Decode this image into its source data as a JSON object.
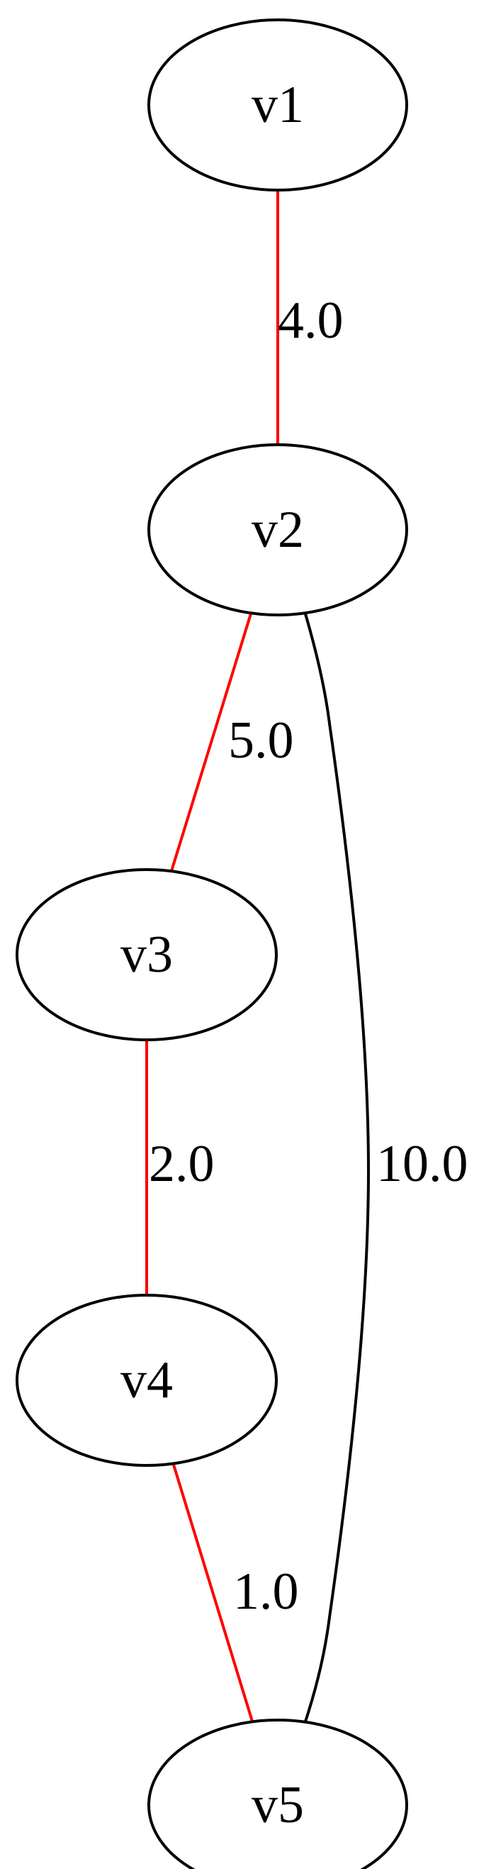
{
  "graph": {
    "nodes": [
      {
        "id": "v1",
        "label": "v1"
      },
      {
        "id": "v2",
        "label": "v2"
      },
      {
        "id": "v3",
        "label": "v3"
      },
      {
        "id": "v4",
        "label": "v4"
      },
      {
        "id": "v5",
        "label": "v5"
      }
    ],
    "edges": [
      {
        "from": "v1",
        "to": "v2",
        "weight": "4.0",
        "color": "#ff0000",
        "highlighted": true
      },
      {
        "from": "v2",
        "to": "v3",
        "weight": "5.0",
        "color": "#ff0000",
        "highlighted": true
      },
      {
        "from": "v2",
        "to": "v5",
        "weight": "10.0",
        "color": "#000000",
        "highlighted": false
      },
      {
        "from": "v3",
        "to": "v4",
        "weight": "2.0",
        "color": "#ff0000",
        "highlighted": true
      },
      {
        "from": "v4",
        "to": "v5",
        "weight": "1.0",
        "color": "#ff0000",
        "highlighted": true
      }
    ]
  }
}
